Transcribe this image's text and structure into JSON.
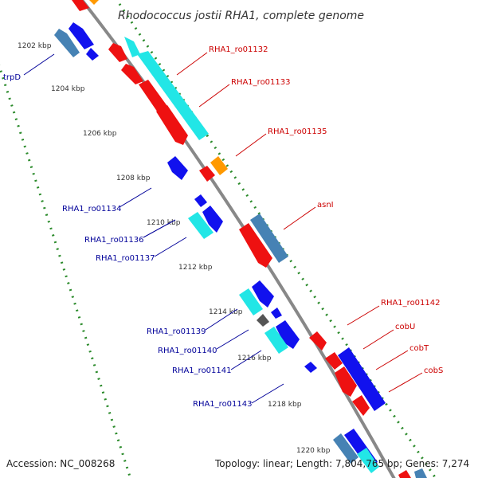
{
  "title": "Rhodococcus jostii RHA1, complete genome",
  "accession_text": "Accession: NC_008268",
  "topology_text": "Topology: linear; Length: 7,804,765 bp; Genes: 7,274",
  "ticks": [
    "1202 kbp",
    "1204 kbp",
    "1206 kbp",
    "1208 kbp",
    "1210 kbp",
    "1212 kbp",
    "1214 kbp",
    "1216 kbp",
    "1218 kbp",
    "1220 kbp"
  ],
  "labels_right": [
    "RHA1_ro01132",
    "RHA1_ro01133",
    "RHA1_ro01135",
    "asnI",
    "RHA1_ro01142",
    "cobU",
    "cobT",
    "cobS"
  ],
  "labels_left": [
    "trpD",
    "RHA1_ro01134",
    "RHA1_ro01136",
    "RHA1_ro01137",
    "RHA1_ro01139",
    "RHA1_ro01140",
    "RHA1_ro01141",
    "RHA1_ro01143"
  ],
  "colors": {
    "backbone": "#888888",
    "tick_dots": "#2a8a2a",
    "red_gene": "#ee1111",
    "blue_gene": "#1111ee",
    "cyan_gene": "#22e6e6",
    "steel_gene": "#4682b4",
    "orange_gene": "#ff9900",
    "gray_gene": "#555555",
    "label_red": "#cc0000",
    "label_blue": "#000099"
  }
}
